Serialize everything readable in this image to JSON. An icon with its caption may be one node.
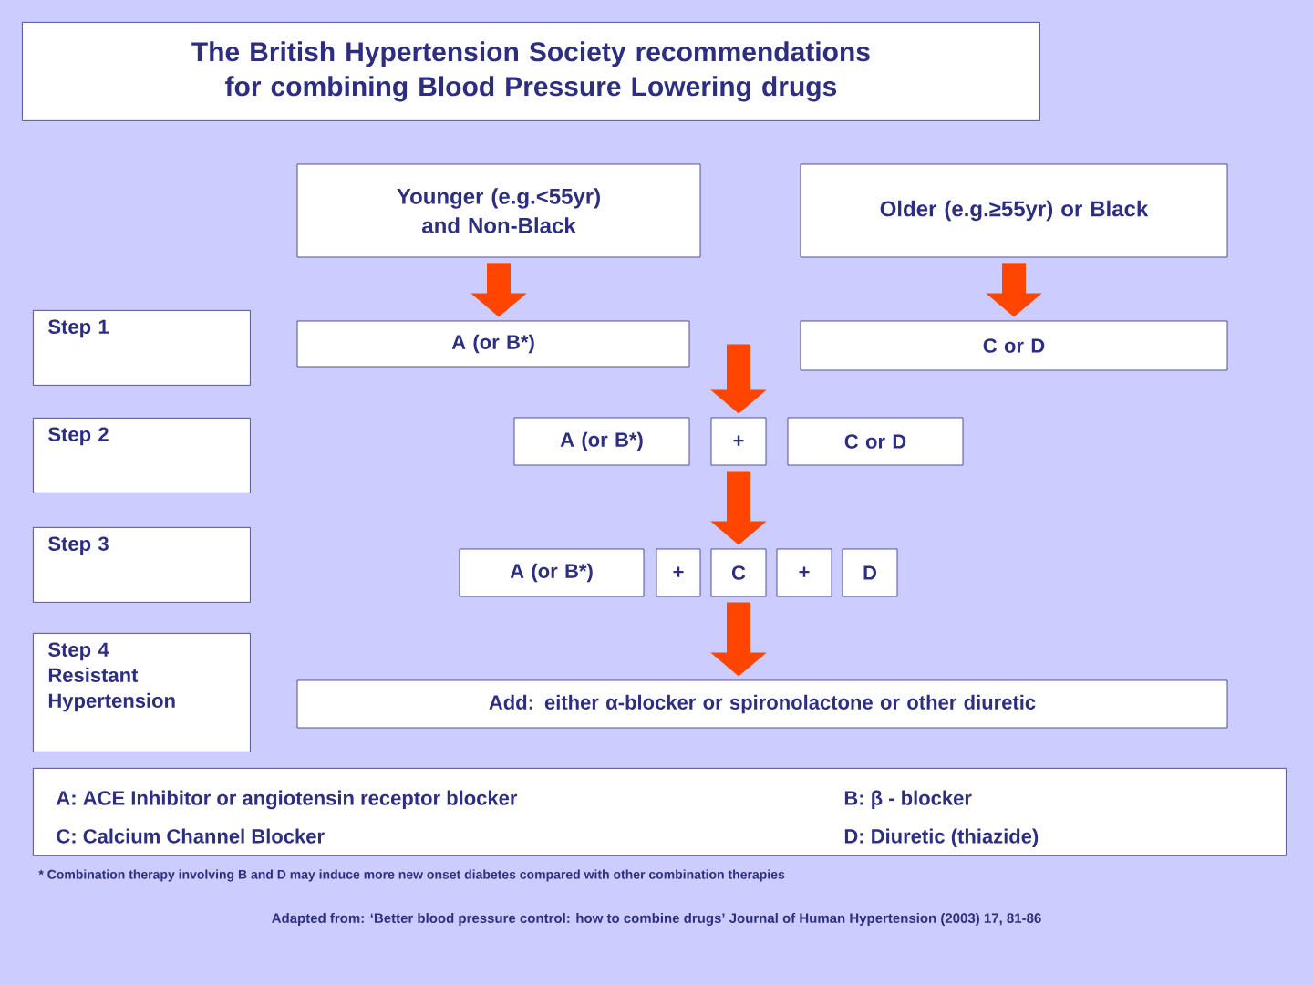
{
  "diagram": {
    "title": "The British Hypertension Society recommendations for combining Blood Pressure Lowering drugs",
    "nodes": [
      {
        "text": [
          "Younger (e.g.<55yr) and Non-Black"
        ]
      },
      {
        "text": [
          "Older (e.g.≥55yr) or Black"
        ]
      },
      {
        "text": [
          "Step 1"
        ]
      },
      {
        "text": [
          "A (or B*)"
        ]
      },
      {
        "text": [
          "C or D"
        ]
      },
      {
        "text": [
          "Step 2"
        ]
      },
      {
        "text": [
          "A (or B*)"
        ]
      },
      {
        "text": [
          "+"
        ]
      },
      {
        "text": [
          "C or D"
        ]
      },
      {
        "text": [
          "Step 3"
        ]
      },
      {
        "text": [
          "A (or B*)"
        ]
      },
      {
        "text": [
          "+"
        ]
      },
      {
        "text": [
          "C"
        ]
      },
      {
        "text": [
          "+"
        ]
      },
      {
        "text": [
          "D"
        ]
      },
      {
        "text": [
          "Step 4",
          "Resistant Hypertension"
        ]
      },
      {
        "text": [
          "Add: either α-blocker or spironolactone or other diuretic"
        ]
      },
      {
        "text": [
          "A: ACE Inhibitor or angiotensin receptor blocker",
          "B: β - blocker",
          "C: Calcium Channel Blocker",
          "D: Diuretic (thiazide)"
        ]
      }
    ],
    "edges": [
      {
        "from": 0,
        "to": 3,
        "arrow": "to"
      },
      {
        "from": 1,
        "to": 4,
        "arrow": "to"
      },
      {
        "from": null,
        "to": 7,
        "arrow": "to"
      },
      {
        "from": 7,
        "to": 12,
        "arrow": "to"
      },
      {
        "from": 12,
        "to": 16,
        "arrow": "to"
      }
    ],
    "labels": [
      "* Combination therapy involving B and D may induce more new onset diabetes compared with other combination therapies",
      "Adapted from: ‘Better blood pressure control: how to combine drugs’ Journal of Human Hypertension (2003) 17, 81-86"
    ]
  }
}
